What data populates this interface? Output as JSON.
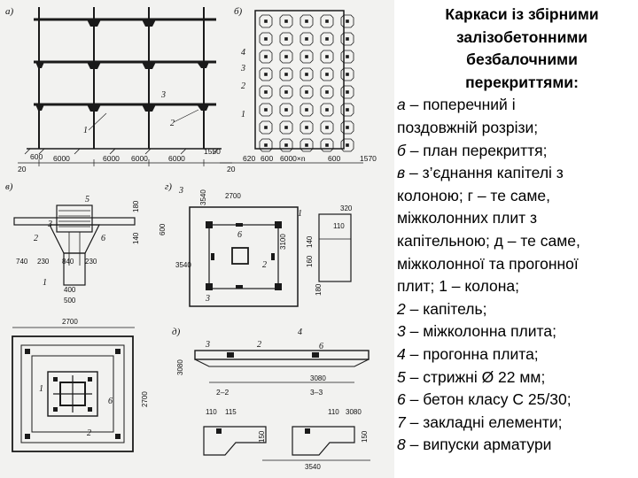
{
  "slide": {
    "title_lines": [
      "Каркаси із збірними",
      "залізобетонними",
      "безбалочними",
      "перекриттями:"
    ],
    "caption_lines": [
      {
        "ital": "а",
        "rest": " – поперечний і"
      },
      {
        "ital": "",
        "rest": "поздовжній розрізи;"
      },
      {
        "ital": "б",
        "rest": " – план перекриття;"
      },
      {
        "ital": "в",
        "rest": " – з’єднання капітелі з"
      },
      {
        "ital": "",
        "rest": "колоною; г – те саме,"
      },
      {
        "ital": "",
        "rest": "міжколонних плит з"
      },
      {
        "ital": "",
        "rest": "капітельною; д – те саме,"
      },
      {
        "ital": "",
        "rest": "міжколонної та прогонної"
      },
      {
        "ital": "",
        "rest": "плит; 1 – колона;"
      },
      {
        "ital": "2",
        "rest": " – капітель;"
      },
      {
        "ital": "3",
        "rest": " – міжколонна плита;"
      },
      {
        "ital": "4",
        "rest": " – прогонна плита;"
      },
      {
        "ital": "5",
        "rest": " – стрижні Ø 22 мм;"
      },
      {
        "ital": "6",
        "rest": " – бетон класу С 25/30;"
      },
      {
        "ital": " 7",
        "rest": " – закладні елементи;"
      },
      {
        "ital": "8",
        "rest": " – випуски арматури"
      }
    ]
  },
  "drawing": {
    "section_labels": [
      "а)",
      "б)",
      "в)",
      "г)",
      "д)"
    ],
    "callouts": [
      "1",
      "2",
      "3",
      "4",
      "5",
      "6"
    ],
    "section_marks": [
      "2–2",
      "3–3"
    ],
    "dims_a": [
      "20",
      "600",
      "6000",
      "6000",
      "6000",
      "6000",
      "1550",
      "20"
    ],
    "dims_b": [
      "620",
      "600",
      "6000×n",
      "600",
      "1570"
    ],
    "dims_c": [
      "740",
      "230",
      "840",
      "230",
      "400",
      "500",
      "600",
      "140",
      "180"
    ],
    "dims_d": [
      "2700",
      "3540",
      "3100",
      "3540",
      "320",
      "160",
      "140",
      "180",
      "110"
    ],
    "dims_e": [
      "2700",
      "2700"
    ],
    "dims_f": [
      "3080",
      "3080",
      "110",
      "115",
      "110",
      "3080",
      "3540",
      "150",
      "150"
    ]
  }
}
